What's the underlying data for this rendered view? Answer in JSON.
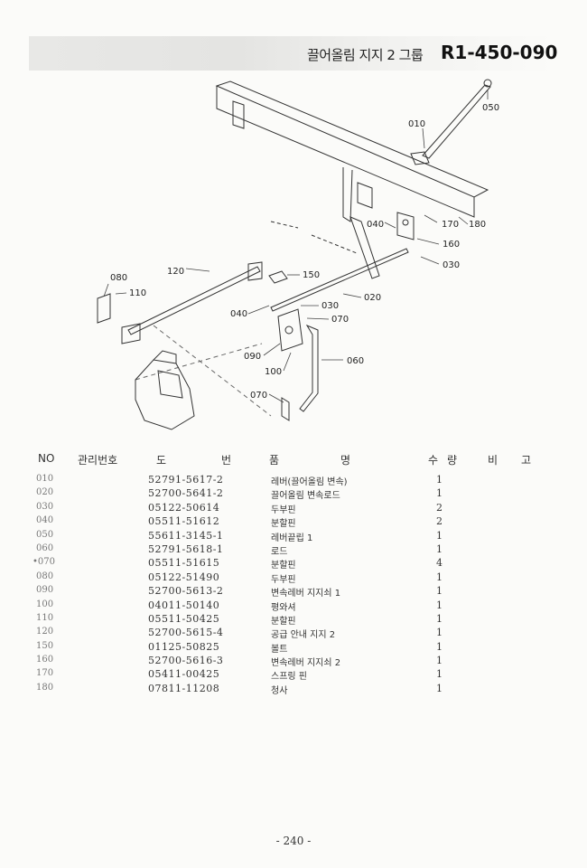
{
  "header": {
    "title": "끌어올림 지지 2 그룹",
    "code": "R1-450-090"
  },
  "diagram": {
    "callouts": [
      "050",
      "010",
      "170",
      "180",
      "040",
      "160",
      "030",
      "080",
      "120",
      "150",
      "110",
      "030",
      "020",
      "040",
      "070",
      "090",
      "100",
      "060",
      "070"
    ]
  },
  "table": {
    "headers": {
      "no": "NO",
      "mgmt": "관리번호",
      "drawing_a": "도",
      "drawing_b": "번",
      "item_a": "품",
      "item_b": "명",
      "qty_a": "수",
      "qty_b": "량",
      "remark_a": "비",
      "remark_b": "고"
    },
    "rows": [
      {
        "no": "010",
        "part": "52791-5617-2",
        "name": "레버(끌어올림 변속)",
        "qty": "1"
      },
      {
        "no": "020",
        "part": "52700-5641-2",
        "name": "끌어올림 변속로드",
        "qty": "1"
      },
      {
        "no": "030",
        "part": "05122-50614",
        "name": "두부핀",
        "qty": "2"
      },
      {
        "no": "040",
        "part": "05511-51612",
        "name": "분할핀",
        "qty": "2"
      },
      {
        "no": "050",
        "part": "55611-3145-1",
        "name": "레버끝립 1",
        "qty": "1"
      },
      {
        "no": "060",
        "part": "52791-5618-1",
        "name": "로드",
        "qty": "1"
      },
      {
        "no": "•070",
        "part": "05511-51615",
        "name": "분할핀",
        "qty": "4"
      },
      {
        "no": "080",
        "part": "05122-51490",
        "name": "두부핀",
        "qty": "1"
      },
      {
        "no": "090",
        "part": "52700-5613-2",
        "name": "변속레버 지지쇠 1",
        "qty": "1"
      },
      {
        "no": "100",
        "part": "04011-50140",
        "name": "평와셔",
        "qty": "1"
      },
      {
        "no": "110",
        "part": "05511-50425",
        "name": "분할핀",
        "qty": "1"
      },
      {
        "no": "120",
        "part": "52700-5615-4",
        "name": "공급 안내 지지 2",
        "qty": "1"
      },
      {
        "no": "150",
        "part": "01125-50825",
        "name": "볼트",
        "qty": "1"
      },
      {
        "no": "160",
        "part": "52700-5616-3",
        "name": "변속레버 지지쇠 2",
        "qty": "1"
      },
      {
        "no": "170",
        "part": "05411-00425",
        "name": "스프링 핀",
        "qty": "1"
      },
      {
        "no": "180",
        "part": "07811-11208",
        "name": "청사",
        "qty": "1"
      }
    ]
  },
  "footer": {
    "page_number": "- 240 -"
  }
}
